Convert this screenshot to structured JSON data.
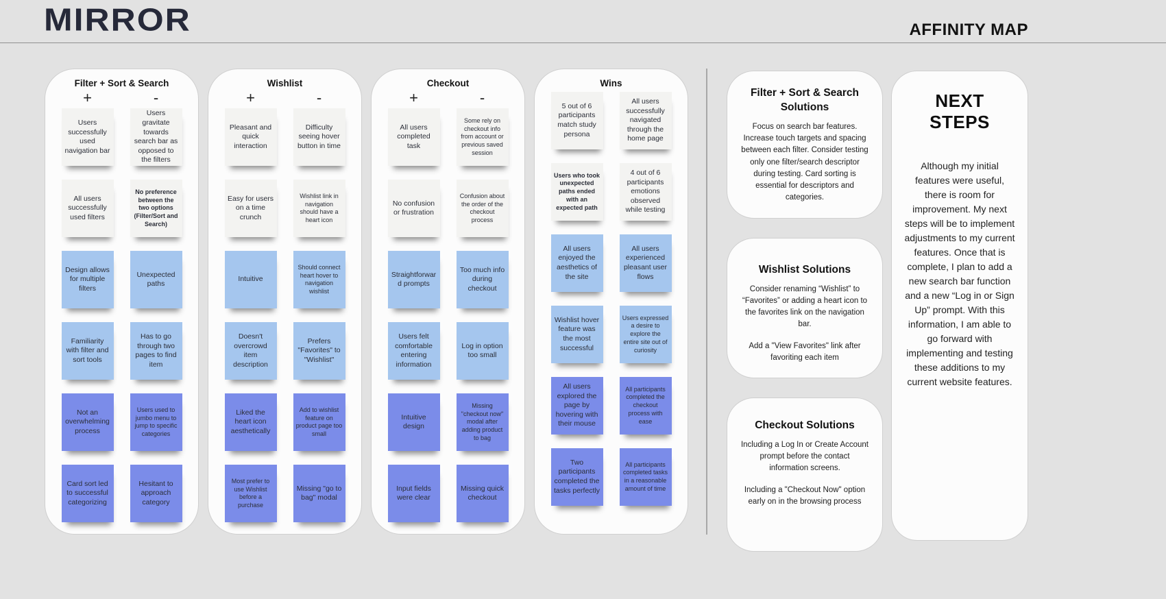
{
  "header": {
    "logo": "MIRROR",
    "title": "AFFINITY MAP"
  },
  "colors": {
    "background": "#e2e2e2",
    "logo": "#262939",
    "note_light": "#f3f3f1",
    "note_blue": "#a5c6ee",
    "note_purple": "#7b8ce9"
  },
  "columns": [
    {
      "title": "Filter + Sort & Search",
      "plus": "+",
      "minus": "-",
      "notes": [
        {
          "text": "Users successfully used navigation bar",
          "tone": "light"
        },
        {
          "text": "Users gravitate towards search bar as opposed to the filters",
          "tone": "light"
        },
        {
          "text": "All users successfully used filters",
          "tone": "light"
        },
        {
          "text": "No preference between the two options (Filter/Sort and Search)",
          "tone": "light",
          "bold": true,
          "small": true
        },
        {
          "text": "Design allows for multiple filters",
          "tone": "blue"
        },
        {
          "text": "Unexpected paths",
          "tone": "blue"
        },
        {
          "text": "Familiarity with filter and sort tools",
          "tone": "blue"
        },
        {
          "text": "Has to go through two pages to find item",
          "tone": "blue"
        },
        {
          "text": "Not an overwhelming process",
          "tone": "purple"
        },
        {
          "text": "Users used to jumbo menu to jump to specific categories",
          "tone": "purple",
          "small": true
        },
        {
          "text": "Card sort led to successful categorizing",
          "tone": "purple"
        },
        {
          "text": "Hesitant to approach category",
          "tone": "purple"
        }
      ]
    },
    {
      "title": "Wishlist",
      "plus": "+",
      "minus": "-",
      "notes": [
        {
          "text": "Pleasant and quick interaction",
          "tone": "light"
        },
        {
          "text": "Difficulty seeing hover button in time",
          "tone": "light"
        },
        {
          "text": "Easy for users on a time crunch",
          "tone": "light"
        },
        {
          "text": "Wishlist link in navigation should have a heart icon",
          "tone": "light",
          "small": true
        },
        {
          "text": "Intuitive",
          "tone": "blue"
        },
        {
          "text": "Should connect heart hover to navigation wishlist",
          "tone": "blue",
          "small": true
        },
        {
          "text": "Doesn't overcrowd item description",
          "tone": "blue"
        },
        {
          "text": "Prefers \"Favorites\" to \"Wishlist\"",
          "tone": "blue"
        },
        {
          "text": "Liked the heart icon aesthetically",
          "tone": "purple"
        },
        {
          "text": "Add to wishlist feature on product page too small",
          "tone": "purple",
          "small": true
        },
        {
          "text": "Most prefer to use Wishlist before a purchase",
          "tone": "purple",
          "small": true
        },
        {
          "text": "Missing \"go to bag\" modal",
          "tone": "purple"
        }
      ]
    },
    {
      "title": "Checkout",
      "plus": "+",
      "minus": "-",
      "notes": [
        {
          "text": "All users completed task",
          "tone": "light"
        },
        {
          "text": "Some rely on checkout info from account or previous saved session",
          "tone": "light",
          "small": true
        },
        {
          "text": "No confusion or frustration",
          "tone": "light"
        },
        {
          "text": "Confusion about the order of the checkout process",
          "tone": "light",
          "small": true
        },
        {
          "text": "Straightforward prompts",
          "tone": "blue"
        },
        {
          "text": "Too much info during checkout",
          "tone": "blue"
        },
        {
          "text": "Users felt comfortable entering information",
          "tone": "blue"
        },
        {
          "text": "Log in option too small",
          "tone": "blue"
        },
        {
          "text": "Intuitive design",
          "tone": "purple"
        },
        {
          "text": "Missing \"checkout now\" modal after adding product to bag",
          "tone": "purple",
          "small": true
        },
        {
          "text": "Input fields were clear",
          "tone": "purple"
        },
        {
          "text": "Missing quick checkout",
          "tone": "purple"
        }
      ]
    },
    {
      "title": "Wins",
      "plus": "",
      "minus": "",
      "notes": [
        {
          "text": "5 out of 6 participants match study persona",
          "tone": "light"
        },
        {
          "text": "All users successfully navigated through the home page",
          "tone": "light"
        },
        {
          "text": "Users who took unexpected paths ended with an expected path",
          "tone": "light",
          "bold": true,
          "small": true
        },
        {
          "text": "4 out of 6 participants emotions observed while testing",
          "tone": "light"
        },
        {
          "text": "All users enjoyed the aesthetics of the site",
          "tone": "blue"
        },
        {
          "text": "All users experienced pleasant user flows",
          "tone": "blue"
        },
        {
          "text": "Wishlist hover feature was the most successful",
          "tone": "blue"
        },
        {
          "text": "Users expressed a desire to explore the entire site out of curiosity",
          "tone": "blue",
          "small": true
        },
        {
          "text": "All users explored the page by hovering with their mouse",
          "tone": "purple"
        },
        {
          "text": "All participants completed the checkout process with ease",
          "tone": "purple",
          "small": true
        },
        {
          "text": "Two participants completed the tasks perfectly",
          "tone": "purple"
        },
        {
          "text": "All participants completed tasks in a reasonable amount of time",
          "tone": "purple",
          "small": true
        }
      ]
    }
  ],
  "solutions": [
    {
      "title": "Filter + Sort & Search Solutions",
      "paragraphs": [
        "Focus on search bar features. Increase touch targets and spacing between each filter. Consider testing only one filter/search descriptor during testing. Card sorting is essential for descriptors and categories."
      ]
    },
    {
      "title": "Wishlist Solutions",
      "paragraphs": [
        "Consider renaming “Wishlist” to “Favorites” or adding a heart icon to the favorites link on the navigation bar.",
        "Add a \"View Favorites\" link after favoriting each item"
      ]
    },
    {
      "title": "Checkout Solutions",
      "paragraphs": [
        "Including a Log In or Create Account prompt before the contact information screens.",
        "Including a \"Checkout Now\" option early on in the browsing process"
      ]
    }
  ],
  "next_steps": {
    "title": "NEXT STEPS",
    "body": "Although my initial features were useful, there is room for improvement. My next steps will be to implement adjustments to my current features. Once that is complete, I plan to add a new search bar function and a new “Log in or Sign Up” prompt. With this information, I am able to go forward with implementing and testing these additions to my current website features."
  }
}
